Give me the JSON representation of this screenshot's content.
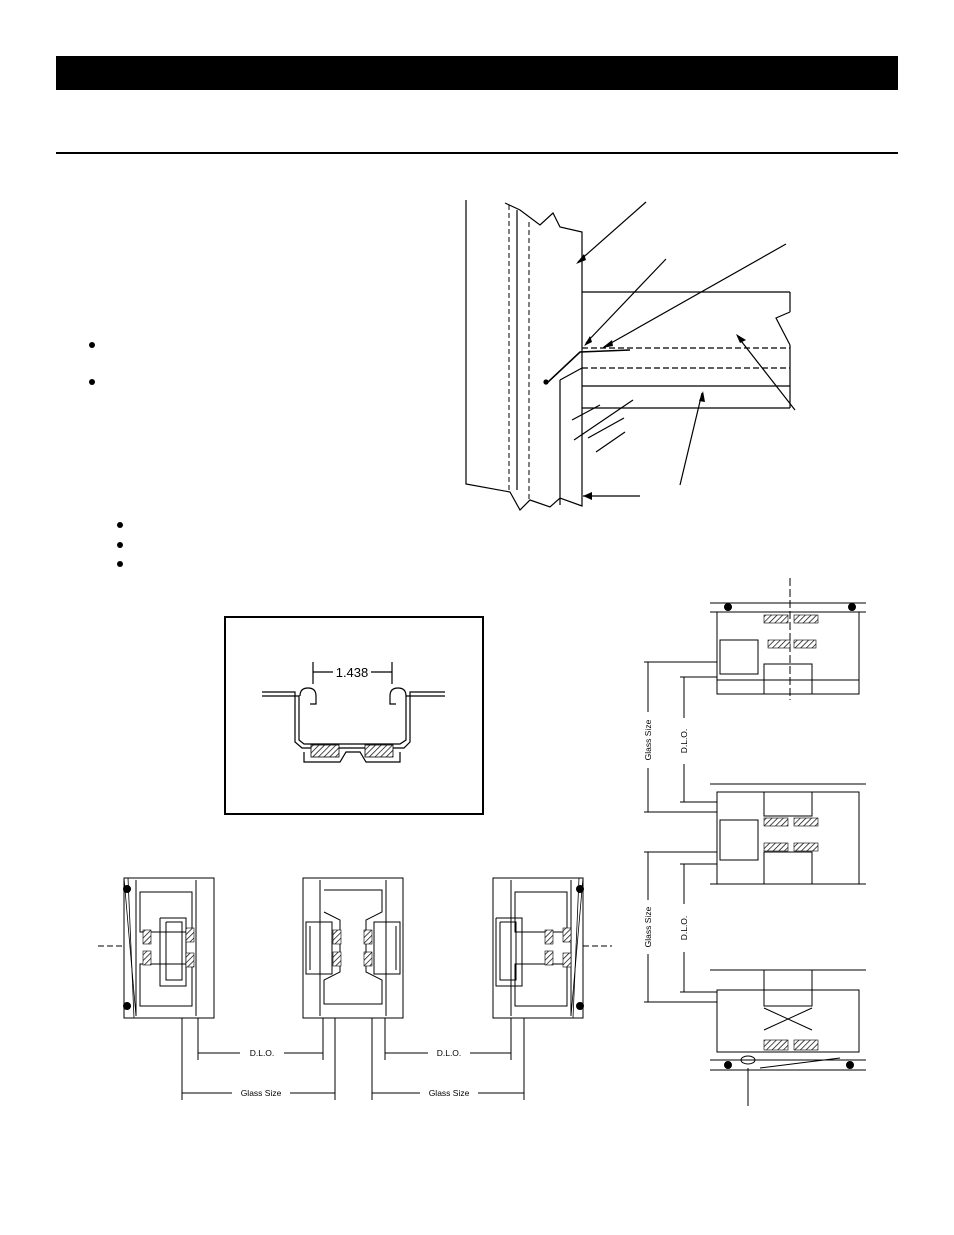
{
  "header_bar": {
    "color": "#000000"
  },
  "inset": {
    "dimension": "1.438"
  },
  "bottom_dims": {
    "dlo_left": "D.L.O.",
    "glass_left": "Glass Size",
    "dlo_right": "D.L.O.",
    "glass_right": "Glass Size"
  },
  "right_dims": {
    "glass_top": "Glass Size",
    "dlo_top": "D.L.O.",
    "glass_bottom": "Glass Size",
    "dlo_bottom": "D.L.O."
  }
}
